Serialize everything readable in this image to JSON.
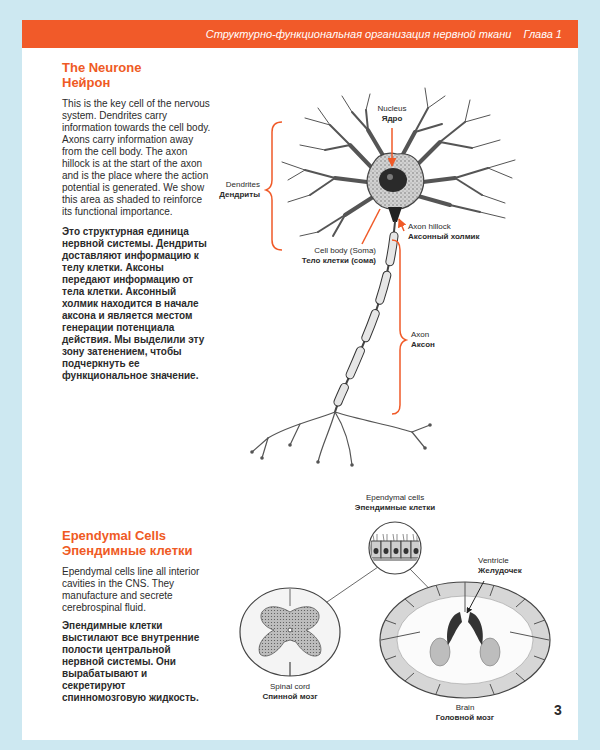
{
  "diagram": {
    "nodes": [
      {
        "text": [
          "Структурно-функциональная организация нервной ткани",
          "Глава 1"
        ]
      }
    ],
    "labels": [
      "The Neurone",
      "Нейрон",
      "This is the key cell of the nervous system. Dendrites carry information towards the cell body. Axons carry information away from the cell body. The axon hillock is at the start of the axon and is the place where the action potential is generated. We show this area as shaded to reinforce its functional importance.",
      "Это структурная единица нервной системы. Дендриты доставляют информацию к телу клетки. Аксоны передают информацию от тела клетки. Аксонный холмик находится в начале аксона и является местом генерации потенциала действия. Мы выделили эту зону затенением, чтобы подчеркнуть ее функциональное значение.",
      "Nucleus",
      "Ядро",
      "Dendrites",
      "Дендриты",
      "Cell body (Soma)",
      "Тело клетки (сома)",
      "Axon hillock",
      "Аксонный холмик",
      "Axon",
      "Аксон",
      "Ependymal Cells",
      "Эпендимные клетки",
      "Ependymal cells line all interior cavities in the CNS. They manufacture and secrete cerebrospinal fluid.",
      "Эпендимные клетки выстилают все внутренние полости центральной нервной системы. Они вырабатывают и секретируют спинномозговую жидкость.",
      "Ependymal cells",
      "Эпендимные клетки",
      "Ventricle",
      "Желудочек",
      "Spinal cord",
      "Спинной мозг",
      "Brain",
      "Головной мозг",
      "3"
    ]
  }
}
